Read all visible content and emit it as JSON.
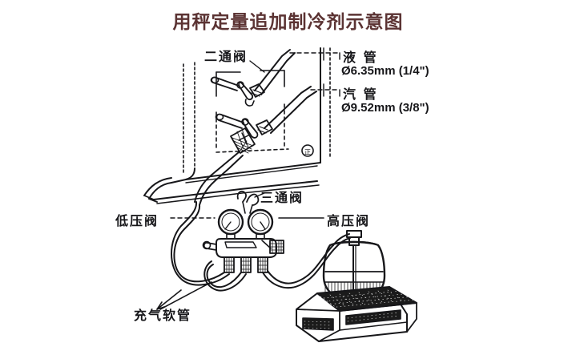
{
  "figure": {
    "title": "用秤定量追加制冷剂示意图",
    "title_color": "#5b3333",
    "background_color": "#ffffff",
    "line_color": "#17171a",
    "type": "technical-line-diagram",
    "subject": "refrigerant charging by weight schematic"
  },
  "labels": {
    "two_way_valve": "二通阀",
    "three_way_valve": "三通阀",
    "low_pressure_valve": "低压阀",
    "high_pressure_valve": "高压阀",
    "charging_hose": "充气软管",
    "liquid_pipe_name": "液 管",
    "liquid_pipe_spec": "Ø6.35mm (1/4\")",
    "vapor_pipe_name": "汽 管",
    "vapor_pipe_spec": "Ø9.52mm (3/8\")",
    "unit_mark": "正"
  },
  "components": {
    "outdoor_unit": "outdoor-unit-cabinet",
    "service_valves": "service-valve-pair",
    "manifold_gauge_set": "manifold-gauge-set",
    "low_gauge": "low-pressure-gauge",
    "high_gauge": "high-pressure-gauge",
    "refrigerant_cylinder": "refrigerant-cylinder",
    "weighing_scale": "electronic-weighing-scale",
    "hoses": [
      "low-side-hose",
      "center-hose",
      "high-side-hose"
    ]
  }
}
